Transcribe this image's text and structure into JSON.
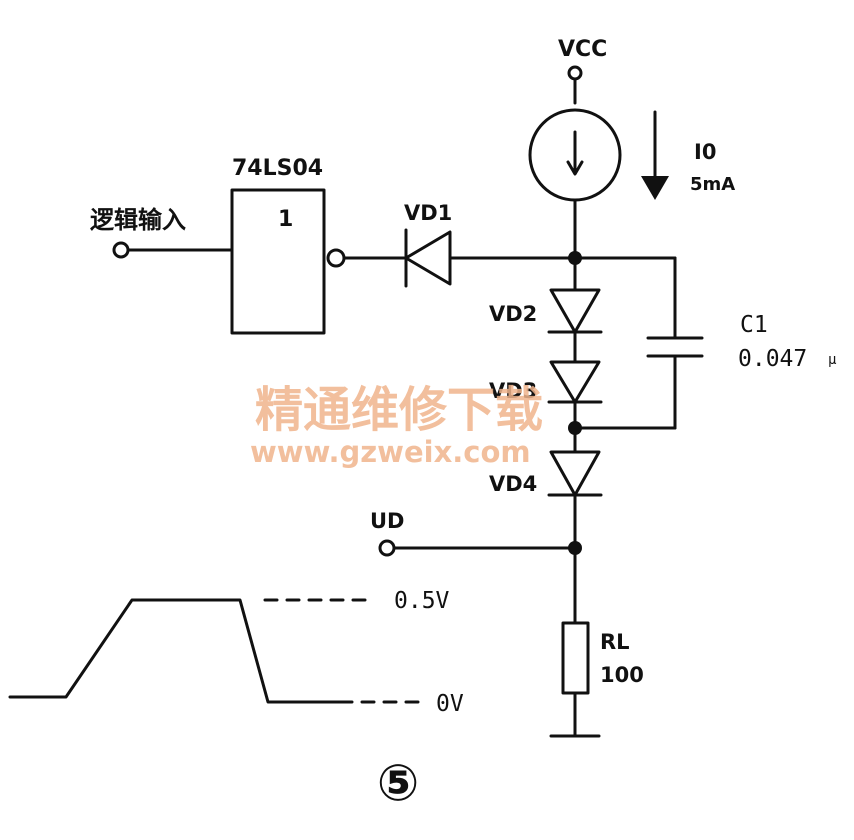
{
  "labels": {
    "vcc": "VCC",
    "i0_name": "I0",
    "i0_value": "5mA",
    "gate_part": "74LS04",
    "gate_num": "1",
    "logic_input": "逻辑输入",
    "vd1": "VD1",
    "vd2": "VD2",
    "vd3": "VD3",
    "vd4": "VD4",
    "c1_name": "C1",
    "c1_value": "0.047",
    "c1_unit": "μ",
    "ud": "UD",
    "rl_name": "RL",
    "rl_value": "100",
    "wave_high": "0.5V",
    "wave_low": "0V",
    "figure_number": "⑤"
  },
  "watermark": {
    "line1": "精通维修下载",
    "line2": "www.gzweix.com",
    "color": "#f0b48c"
  },
  "colors": {
    "ink": "#111111",
    "background": "#ffffff"
  }
}
